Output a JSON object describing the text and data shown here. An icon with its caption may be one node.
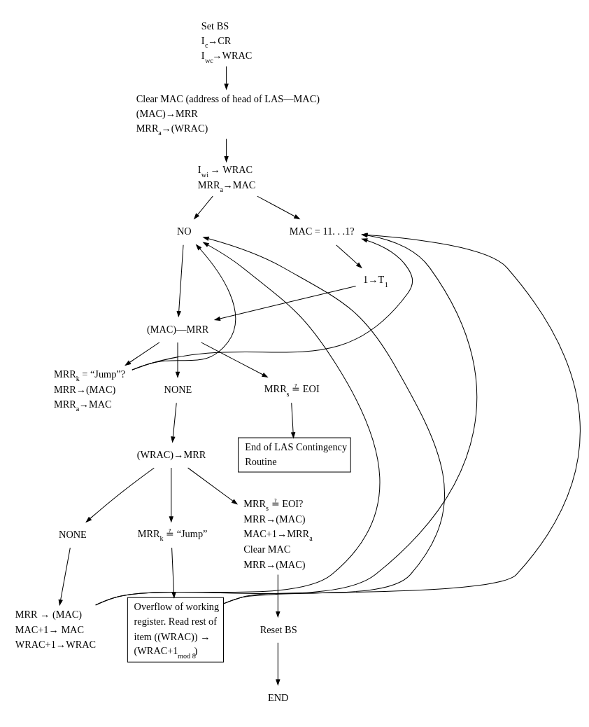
{
  "diagram": {
    "nodes": [
      {
        "text": [
          "Set BS",
          "I$_{c}$→CR",
          "I$_{wc}$→WRAC"
        ]
      },
      {
        "text": [
          "Clear MAC (address of head of LAS—MAC)",
          "(MAC)→MRR",
          "MRR$_{a}$→(WRAC)"
        ]
      },
      {
        "text": [
          "I$_{wi}$ → WRAC",
          "MRR$_{a}$→MAC"
        ]
      },
      {
        "text": [
          "NO"
        ]
      },
      {
        "text": [
          "MAC = 11. . .1?"
        ]
      },
      {
        "text": [
          "1→T$_{1}$"
        ]
      },
      {
        "text": [
          "(MAC)—MRR"
        ]
      },
      {
        "text": [
          "MRR$_{k}$ = “Jump”?",
          "MRR→(MAC)",
          "MRR$_{a}$→MAC"
        ]
      },
      {
        "text": [
          "NONE"
        ]
      },
      {
        "text": [
          "MRR$_{s}$ ≟ EOI"
        ]
      },
      {
        "text": [
          "End of LAS Contingency Routine"
        ]
      },
      {
        "text": [
          "(WRAC)→MRR"
        ]
      },
      {
        "text": [
          "NONE"
        ]
      },
      {
        "text": [
          "MRR → (MAC)",
          "MAC+1→ MAC",
          "WRAC+1→WRAC"
        ]
      },
      {
        "text": [
          "MRR$_{k}$ ≟ “Jump”"
        ]
      },
      {
        "text": [
          "Overflow of working register. Read rest of item ((WRAC)) → (WRAC+1$_{mod 8}$)"
        ]
      },
      {
        "text": [
          "MRR$_{s}$ ≟ EOI?",
          "MRR→(MAC)",
          "MAC+1→MRR$_{a}$",
          "Clear MAC",
          "MRR→(MAC)"
        ]
      },
      {
        "text": [
          "Reset BS"
        ]
      },
      {
        "text": [
          "END"
        ]
      }
    ],
    "edges": [
      {
        "from": 0,
        "to": 1,
        "arrow": "to"
      },
      {
        "from": 1,
        "to": 2,
        "arrow": "to"
      },
      {
        "from": 2,
        "to": 3,
        "arrow": "to"
      },
      {
        "from": 2,
        "to": 4,
        "arrow": "to"
      },
      {
        "from": 4,
        "to": 5,
        "arrow": "to"
      },
      {
        "from": 5,
        "to": 6,
        "arrow": "to"
      },
      {
        "from": 3,
        "to": 6,
        "arrow": "to"
      },
      {
        "from": 6,
        "to": 7,
        "arrow": "to"
      },
      {
        "from": 6,
        "to": 8,
        "arrow": "to"
      },
      {
        "from": 6,
        "to": 9,
        "arrow": "to"
      },
      {
        "from": 9,
        "to": 10,
        "arrow": "to"
      },
      {
        "from": 7,
        "to": 3,
        "arrow": "to"
      },
      {
        "from": 7,
        "to": 4,
        "arrow": "to"
      },
      {
        "from": 8,
        "to": 11,
        "arrow": "to"
      },
      {
        "from": 11,
        "to": 12,
        "arrow": "to"
      },
      {
        "from": 11,
        "to": 14,
        "arrow": "to"
      },
      {
        "from": 11,
        "to": 16,
        "arrow": "to"
      },
      {
        "from": 12,
        "to": 13,
        "arrow": "to"
      },
      {
        "from": 14,
        "to": 15,
        "arrow": "to"
      },
      {
        "from": 13,
        "to": 3,
        "arrow": "to"
      },
      {
        "from": 13,
        "to": 4,
        "arrow": "to"
      },
      {
        "from": 15,
        "to": 3,
        "arrow": "to"
      },
      {
        "from": 15,
        "to": 4,
        "arrow": "to"
      },
      {
        "from": 16,
        "to": 17,
        "arrow": "to"
      },
      {
        "from": 17,
        "to": 18,
        "arrow": "to"
      }
    ]
  }
}
